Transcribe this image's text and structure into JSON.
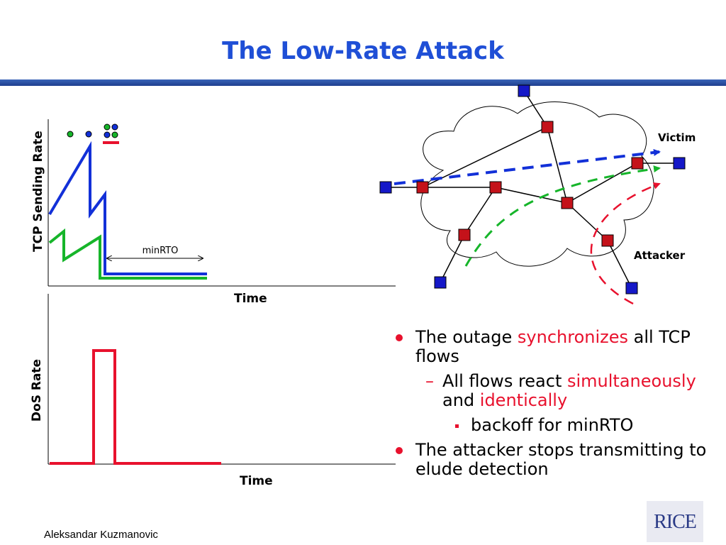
{
  "title": "The Low-Rate Attack",
  "top_chart": {
    "ylabel": "TCP Sending Rate",
    "xlabel": "Time",
    "annotation": "minRTO",
    "series_colors": {
      "flow_a": "#1230d8",
      "flow_b": "#16b52a",
      "attack": "#e8112d"
    }
  },
  "bottom_chart": {
    "ylabel": "DoS Rate",
    "xlabel": "Time",
    "color": "#e8112d"
  },
  "network": {
    "victim_label": "Victim",
    "attacker_label": "Attacker",
    "router_color": "#c4121a",
    "host_color": "#1518c8"
  },
  "bullets": {
    "b1_pre": "The outage ",
    "b1_em": "synchronizes",
    "b1_post": " all TCP flows",
    "b2_pre": "All flows react ",
    "b2_em1": "simultaneously",
    "b2_mid": " and ",
    "b2_em2": "identically",
    "b3": "backoff for minRTO",
    "b4": "The attacker stops transmitting to elude detection"
  },
  "footer": {
    "author": "Aleksandar Kuzmanovic",
    "logo_text": "RICE"
  }
}
